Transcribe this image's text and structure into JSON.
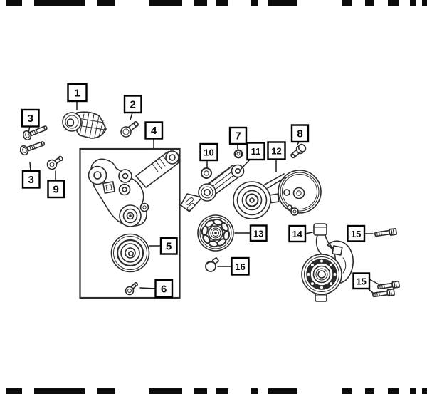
{
  "diagram": {
    "description": "Exploded parts diagram with numbered callouts",
    "colors": {
      "background": "#ffffff",
      "line": "#2b2b2b",
      "callout_border": "#000000",
      "callout_text": "#0a0a0a",
      "border_dash": "#0d0d0d"
    },
    "callouts": [
      {
        "label": "1"
      },
      {
        "label": "2"
      },
      {
        "label": "3"
      },
      {
        "label": "3"
      },
      {
        "label": "9"
      },
      {
        "label": "4"
      },
      {
        "label": "5"
      },
      {
        "label": "6"
      },
      {
        "label": "7"
      },
      {
        "label": "8"
      },
      {
        "label": "10"
      },
      {
        "label": "11"
      },
      {
        "label": "12"
      },
      {
        "label": "13"
      },
      {
        "label": "14"
      },
      {
        "label": "15"
      },
      {
        "label": "15"
      },
      {
        "label": "16"
      }
    ]
  }
}
